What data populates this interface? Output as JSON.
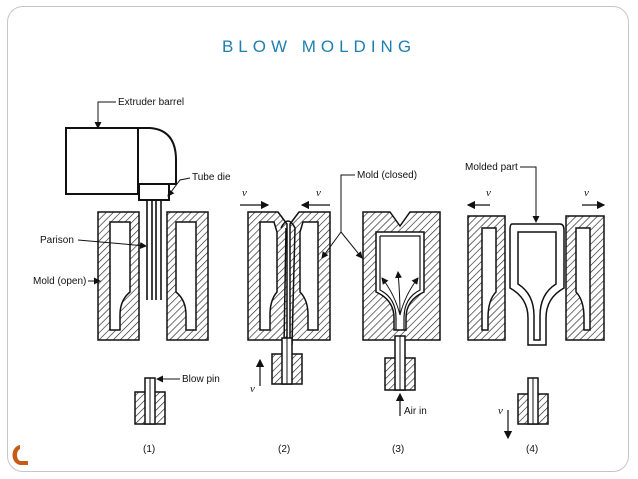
{
  "slide": {
    "title": "BLOW MOLDING",
    "accent_color": "#c65a17",
    "title_color": "#1f7fb0"
  },
  "labels": {
    "extruder_barrel": "Extruder barrel",
    "tube_die": "Tube die",
    "parison": "Parison",
    "mold_open": "Mold (open)",
    "blow_pin": "Blow pin",
    "mold_closed": "Mold (closed)",
    "molded_part": "Molded part",
    "air_in": "Air in",
    "velocity": "v"
  },
  "steps": [
    "(1)",
    "(2)",
    "(3)",
    "(4)"
  ]
}
